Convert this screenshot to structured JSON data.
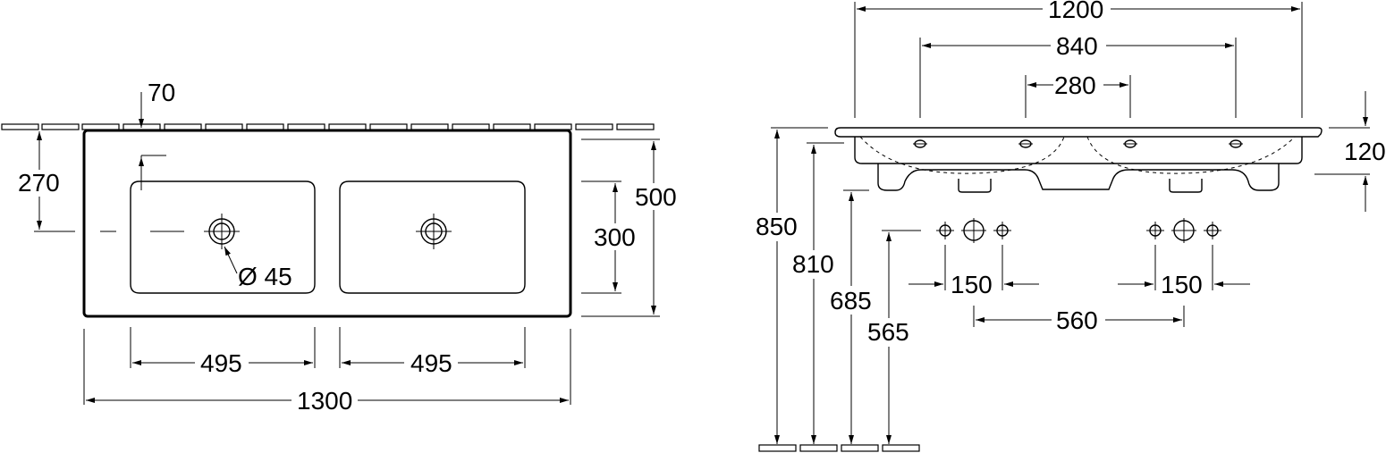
{
  "plan_view": {
    "dims": {
      "offset_top": "70",
      "edge_to_centre": "270",
      "depth": "500",
      "bowl_depth": "300",
      "waste_diameter": "Ø 45",
      "bowl_left_width": "495",
      "bowl_right_width": "495",
      "total_width": "1300"
    }
  },
  "front_view": {
    "dims": {
      "width_top": "1200",
      "width_mid": "840",
      "width_small": "280",
      "thickness": "120",
      "height_top": "850",
      "height_rim": "810",
      "height_underside": "685",
      "height_connections": "565",
      "tap_spacing_left": "150",
      "tap_spacing_right": "150",
      "tap_centres": "560"
    }
  },
  "colors": {
    "line": "#000000",
    "background": "#ffffff"
  }
}
